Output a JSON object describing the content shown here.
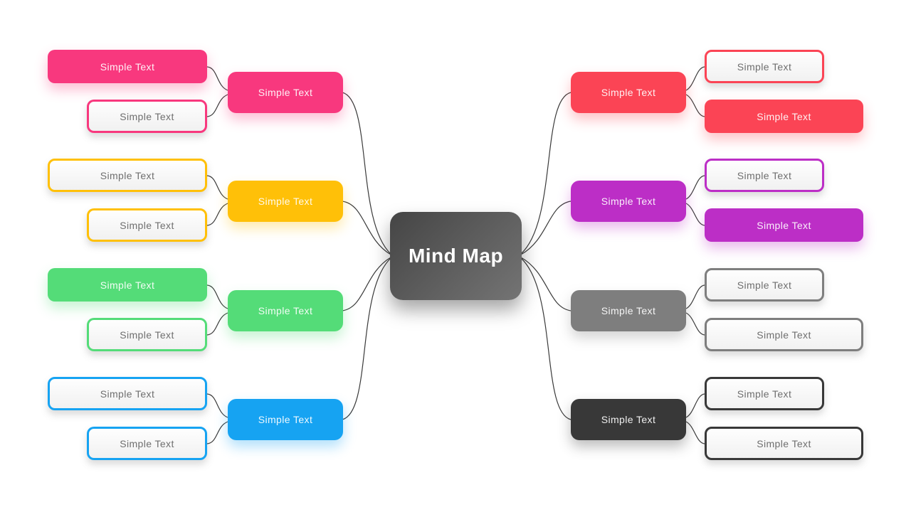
{
  "canvas": {
    "background": "#FFFFFF",
    "connector_color": "#3A3A3A"
  },
  "center": {
    "title": "Mind Map",
    "gradient_start": "#454545",
    "gradient_end": "#747474",
    "text_color": "#FFFFFF"
  },
  "outlined_style": {
    "text_color": "#6F6F6F",
    "background_top": "#FEFEFE",
    "background_bottom": "#F1F1F1"
  },
  "branches": [
    {
      "name": "pink",
      "side": "left",
      "color": "#F8387E",
      "main": {
        "label": "Simple Text",
        "style": "filled"
      },
      "children": [
        {
          "label": "Simple Text",
          "style": "filled"
        },
        {
          "label": "Simple Text",
          "style": "outlined"
        }
      ]
    },
    {
      "name": "yellow",
      "side": "left",
      "color": "#FFC008",
      "main": {
        "label": "Simple Text",
        "style": "filled"
      },
      "children": [
        {
          "label": "Simple Text",
          "style": "outlined"
        },
        {
          "label": "Simple Text",
          "style": "outlined"
        }
      ]
    },
    {
      "name": "green",
      "side": "left",
      "color": "#54DC78",
      "main": {
        "label": "Simple Text",
        "style": "filled"
      },
      "children": [
        {
          "label": "Simple Text",
          "style": "filled"
        },
        {
          "label": "Simple Text",
          "style": "outlined"
        }
      ]
    },
    {
      "name": "blue",
      "side": "left",
      "color": "#16A3F2",
      "main": {
        "label": "Simple Text",
        "style": "filled"
      },
      "children": [
        {
          "label": "Simple Text",
          "style": "outlined"
        },
        {
          "label": "Simple Text",
          "style": "outlined"
        }
      ]
    },
    {
      "name": "red",
      "side": "right",
      "color": "#FB4455",
      "main": {
        "label": "Simple Text",
        "style": "filled"
      },
      "children": [
        {
          "label": "Simple Text",
          "style": "outlined"
        },
        {
          "label": "Simple Text",
          "style": "filled"
        }
      ]
    },
    {
      "name": "purple",
      "side": "right",
      "color": "#BC2EC6",
      "main": {
        "label": "Simple Text",
        "style": "filled"
      },
      "children": [
        {
          "label": "Simple Text",
          "style": "outlined"
        },
        {
          "label": "Simple Text",
          "style": "filled"
        }
      ]
    },
    {
      "name": "gray",
      "side": "right",
      "color": "#7E7E7E",
      "main": {
        "label": "Simple Text",
        "style": "filled"
      },
      "children": [
        {
          "label": "Simple Text",
          "style": "outlined"
        },
        {
          "label": "Simple Text",
          "style": "outlined"
        }
      ]
    },
    {
      "name": "dark",
      "side": "right",
      "color": "#383838",
      "main": {
        "label": "Simple Text",
        "style": "filled"
      },
      "children": [
        {
          "label": "Simple Text",
          "style": "outlined"
        },
        {
          "label": "Simple Text",
          "style": "outlined"
        }
      ]
    }
  ]
}
